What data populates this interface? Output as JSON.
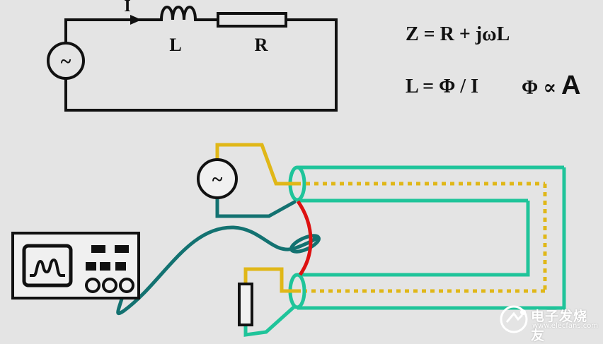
{
  "circuit": {
    "current_label": "I",
    "inductor_label": "L",
    "resistor_label": "R",
    "source_symbol": "~"
  },
  "equations": {
    "impedance": "Z =  R + jωL",
    "inductance": "L = Φ / I",
    "flux_prefix": "Φ ∝ ",
    "flux_area": "A"
  },
  "setup": {
    "source_symbol": "~"
  },
  "colors": {
    "wire": "#111111",
    "yellow": "#e0b718",
    "teal": "#1fc49a",
    "dark_teal": "#137271",
    "red": "#dd1111",
    "background": "#e4e4e4"
  },
  "watermark": {
    "text_cn": "电子发烧友",
    "url": "www.elecfans.com"
  }
}
